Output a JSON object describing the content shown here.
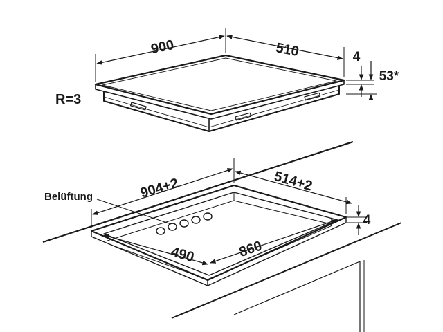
{
  "hob": {
    "width": "900",
    "depth": "510",
    "glass_thickness": "4",
    "total_height": "53*",
    "corner_radius": "R=3"
  },
  "cutout": {
    "width": "904+2",
    "depth": "514+2",
    "edge": "4",
    "inner_width": "860",
    "inner_depth": "490",
    "ventilation_label": "Belüftung"
  }
}
